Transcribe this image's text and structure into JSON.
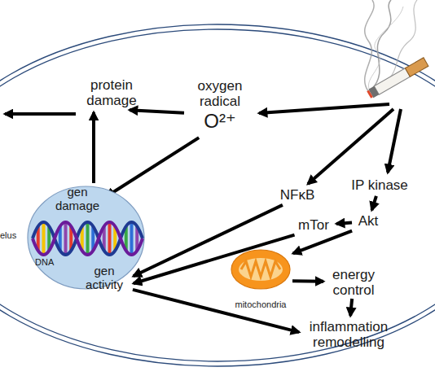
{
  "diagram": {
    "nodes": [
      {
        "text": [
          "protein damage"
        ]
      },
      {
        "text": [
          "oxygen radical",
          "O²⁺"
        ]
      },
      {
        "text": [
          "elus",
          "DNA"
        ]
      },
      {
        "text": [
          "gen damage"
        ],
        "in": 2
      },
      {
        "text": [
          "NFκB"
        ]
      },
      {
        "text": [
          "IP kinase"
        ]
      },
      {
        "text": [
          "Akt"
        ]
      },
      {
        "text": [
          "mTor"
        ]
      },
      {
        "text": [
          "gen activity"
        ],
        "in": 2
      },
      {
        "text": [
          "mitochondria"
        ]
      },
      {
        "text": [
          "energy control"
        ]
      },
      {
        "text": [
          "inflammation remodelling"
        ]
      }
    ],
    "edges": [
      {
        "from": 1,
        "to": 0,
        "arrow": "to"
      },
      {
        "from": 1,
        "to": 3,
        "arrow": "to"
      },
      {
        "from": 3,
        "to": 0,
        "arrow": "to"
      },
      {
        "from": 4,
        "to": 8,
        "arrow": "to"
      },
      {
        "from": 5,
        "to": 6,
        "arrow": "to"
      },
      {
        "from": 6,
        "to": 7,
        "arrow": "to"
      },
      {
        "from": 7,
        "to": 8,
        "arrow": "to"
      },
      {
        "from": 6,
        "to": 9,
        "arrow": "to"
      },
      {
        "from": 9,
        "to": 10,
        "arrow": "to"
      },
      {
        "from": 10,
        "to": 11,
        "arrow": "to"
      },
      {
        "from": 8,
        "to": 11,
        "arrow": "to"
      }
    ]
  }
}
